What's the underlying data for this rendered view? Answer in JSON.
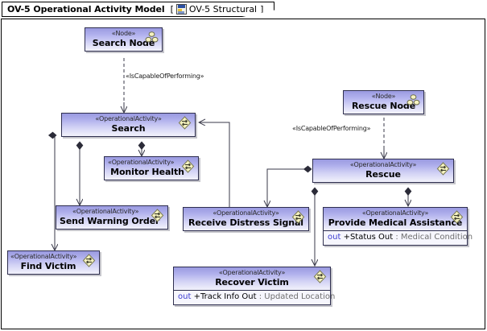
{
  "window": {
    "title": "OV-5 Operational Activity Model",
    "bracket_open": "[",
    "bracket_close": "]",
    "diagram_name": "OV-5 Structural",
    "diagram_icon": "diagram-icon"
  },
  "stereotypes": {
    "node": "«Node»",
    "operational_activity": "«OperationalActivity»"
  },
  "icons": {
    "node": "node-icon",
    "activity": "operational-activity-icon"
  },
  "elements": [
    {
      "id": "search-node",
      "kind": "node",
      "stereotype": "«Node»",
      "name": "Search Node"
    },
    {
      "id": "search",
      "kind": "activity",
      "stereotype": "«OperationalActivity»",
      "name": "Search"
    },
    {
      "id": "monitor-health",
      "kind": "activity",
      "stereotype": "«OperationalActivity»",
      "name": "Monitor Health"
    },
    {
      "id": "send-warning-order",
      "kind": "activity",
      "stereotype": "«OperationalActivity»",
      "name": "Send Warning Order"
    },
    {
      "id": "find-victim",
      "kind": "activity",
      "stereotype": "«OperationalActivity»",
      "name": "Find Victim"
    },
    {
      "id": "receive-distress",
      "kind": "activity",
      "stereotype": "«OperationalActivity»",
      "name": "Receive Distress Signal"
    },
    {
      "id": "rescue-node",
      "kind": "node",
      "stereotype": "«Node»",
      "name": "Rescue Node"
    },
    {
      "id": "rescue",
      "kind": "activity",
      "stereotype": "«OperationalActivity»",
      "name": "Rescue"
    },
    {
      "id": "provide-medical",
      "kind": "activity",
      "stereotype": "«OperationalActivity»",
      "name": "Provide Medical Assistance",
      "property": {
        "direction": "out",
        "name": "+Status Out",
        "type": ": Medical Condition"
      }
    },
    {
      "id": "recover-victim",
      "kind": "activity",
      "stereotype": "«OperationalActivity»",
      "name": "Recover Victim",
      "property": {
        "direction": "out",
        "name": "+Track Info Out",
        "type": ": Updated Location"
      }
    }
  ],
  "edges": {
    "search_capable_label": "«IsCapableOfPerforming»",
    "rescue_capable_label": "«IsCapableOfPerforming»"
  },
  "colors": {
    "header_top": "#9a9ae0",
    "header_bottom": "#f2f2fb",
    "border": "#2f2f4f",
    "compartment_bg": "#f6f6fd",
    "direction_text": "#3a3ad0",
    "type_text": "#6f6f6f",
    "line": "#3a3a4a",
    "icon_fill": "#f3f0c2",
    "canvas_bg": "#ffffff"
  }
}
